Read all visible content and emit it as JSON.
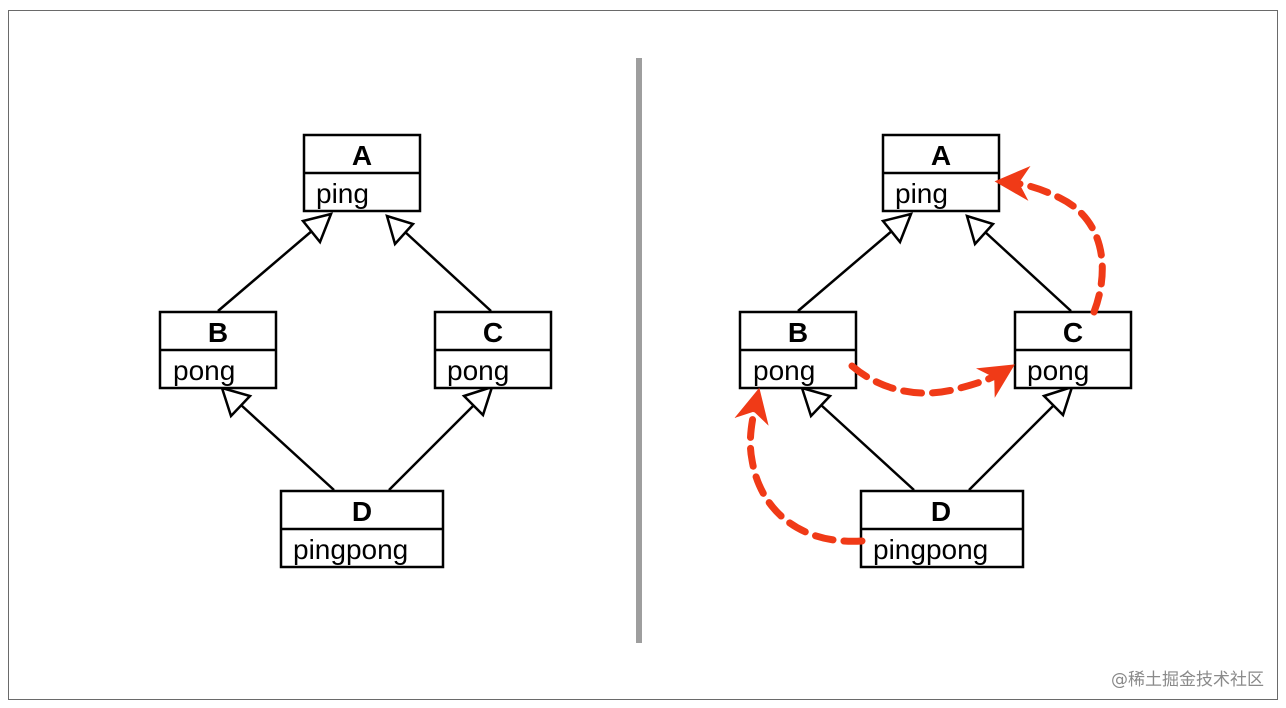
{
  "classes": {
    "A": {
      "name": "A",
      "method": "ping"
    },
    "B": {
      "name": "B",
      "method": "pong"
    },
    "C": {
      "name": "C",
      "method": "pong"
    },
    "D": {
      "name": "D",
      "method": "pingpong"
    }
  },
  "colors": {
    "line": "#000000",
    "divider": "#9e9e9e",
    "mro_arrow": "#f03a17"
  },
  "watermark": "@稀土掘金技术社区"
}
